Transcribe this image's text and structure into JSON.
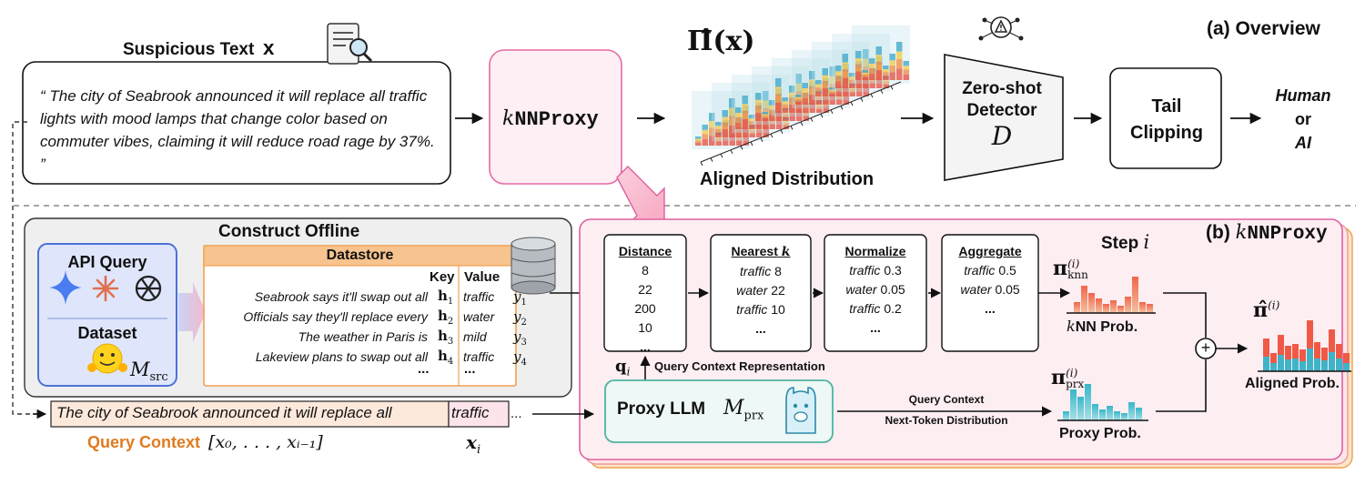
{
  "overview": {
    "section_title": "(a) Overview",
    "suspicious_text_label": "Suspicious Text",
    "suspicious_text_symbol": "x",
    "suspicious_text_body": "“ The city of Seabrook announced it will replace all traffic lights with mood lamps that change color based on commuter vibes, claiming it will reduce road rage by 37%. ”",
    "knnproxy_k": "k",
    "knnproxy_name": "NNProxy",
    "pi_hat_label": "Π̂(x)",
    "aligned_distribution_label": "Aligned Distribution",
    "detector_line1": "Zero-shot",
    "detector_line2": "Detector",
    "detector_symbol": "D",
    "tail_clipping_line1": "Tail",
    "tail_clipping_line2": "Clipping",
    "out_human": "Human",
    "out_or": "or",
    "out_ai": "AI"
  },
  "knnproxy": {
    "section_title_prefix": "(b)",
    "section_title_k": "k",
    "section_title_name": "NNProxy",
    "step_label": "Step",
    "step_symbol": "i",
    "construct_offline": {
      "title": "Construct Offline",
      "api_query_label": "API Query",
      "dataset_label": "Dataset",
      "m_src": "M",
      "m_src_sub": "src",
      "datastore_title": "Datastore",
      "key_header": "Key",
      "value_header": "Value",
      "rows": [
        {
          "key": "Seabrook says it'll swap out all",
          "h": "h",
          "h_sub": "1",
          "value": "traffic",
          "y": "y",
          "y_sub": "1"
        },
        {
          "key": "Officials say they'll replace every",
          "h": "h",
          "h_sub": "2",
          "value": "water",
          "y": "y",
          "y_sub": "2"
        },
        {
          "key": "The weather in Paris is",
          "h": "h",
          "h_sub": "3",
          "value": "mild",
          "y": "y",
          "y_sub": "3"
        },
        {
          "key": "Lakeview plans to swap out all",
          "h": "h",
          "h_sub": "4",
          "value": "traffic",
          "y": "y",
          "y_sub": "4"
        }
      ],
      "ellipsis": "..."
    },
    "distance": {
      "title": "Distance",
      "values": [
        "8",
        "22",
        "200",
        "10",
        "..."
      ]
    },
    "nearest": {
      "title_prefix": "Nearest",
      "title_k": "k",
      "rows": [
        {
          "w": "traffic",
          "v": "8"
        },
        {
          "w": "water",
          "v": "22"
        },
        {
          "w": "traffic",
          "v": "10"
        }
      ],
      "ellipsis": "..."
    },
    "normalize": {
      "title": "Normalize",
      "rows": [
        {
          "w": "traffic",
          "v": "0.3"
        },
        {
          "w": "water",
          "v": "0.05"
        },
        {
          "w": "traffic",
          "v": "0.2"
        }
      ],
      "ellipsis": "..."
    },
    "aggregate": {
      "title": "Aggregate",
      "rows": [
        {
          "w": "traffic",
          "v": "0.5"
        },
        {
          "w": "water",
          "v": "0.05"
        }
      ],
      "ellipsis": "..."
    },
    "pi_knn": "π",
    "pi_knn_sup": "(i)",
    "pi_knn_sub": "knn",
    "knn_prob_k": "k",
    "knn_prob_label": "NN Prob.",
    "q_symbol": "q",
    "q_sub": "i",
    "query_context_representation": "Query Context Representation",
    "proxy_llm_label": "Proxy LLM",
    "m_prx": "M",
    "m_prx_sub": "prx",
    "arrow_label_line1": "Query Context",
    "arrow_label_line2": "Next-Token Distribution",
    "pi_prx": "π",
    "pi_prx_sup": "(i)",
    "pi_prx_sub": "prx",
    "proxy_prob_label": "Proxy Prob.",
    "pi_hat": "π̂",
    "pi_hat_sup": "(i)",
    "aligned_prob_label": "Aligned Prob.",
    "plus_symbol": "+",
    "query_context_text": "The city of Seabrook announced it will replace all",
    "query_context_next": "traffic",
    "query_context_trailing": "...",
    "query_context_label": "Query Context",
    "query_context_range": "[x₀, . . . , xᵢ₋₁]",
    "x_i": "x",
    "x_i_sub": "i"
  },
  "colors": {
    "knn_box_fill": "#fde7ee",
    "knn_box_stroke": "#e060a0",
    "datastore_orange": "#f0a050",
    "api_blue": "#4b72d8",
    "query_orange": "#e07b20"
  }
}
